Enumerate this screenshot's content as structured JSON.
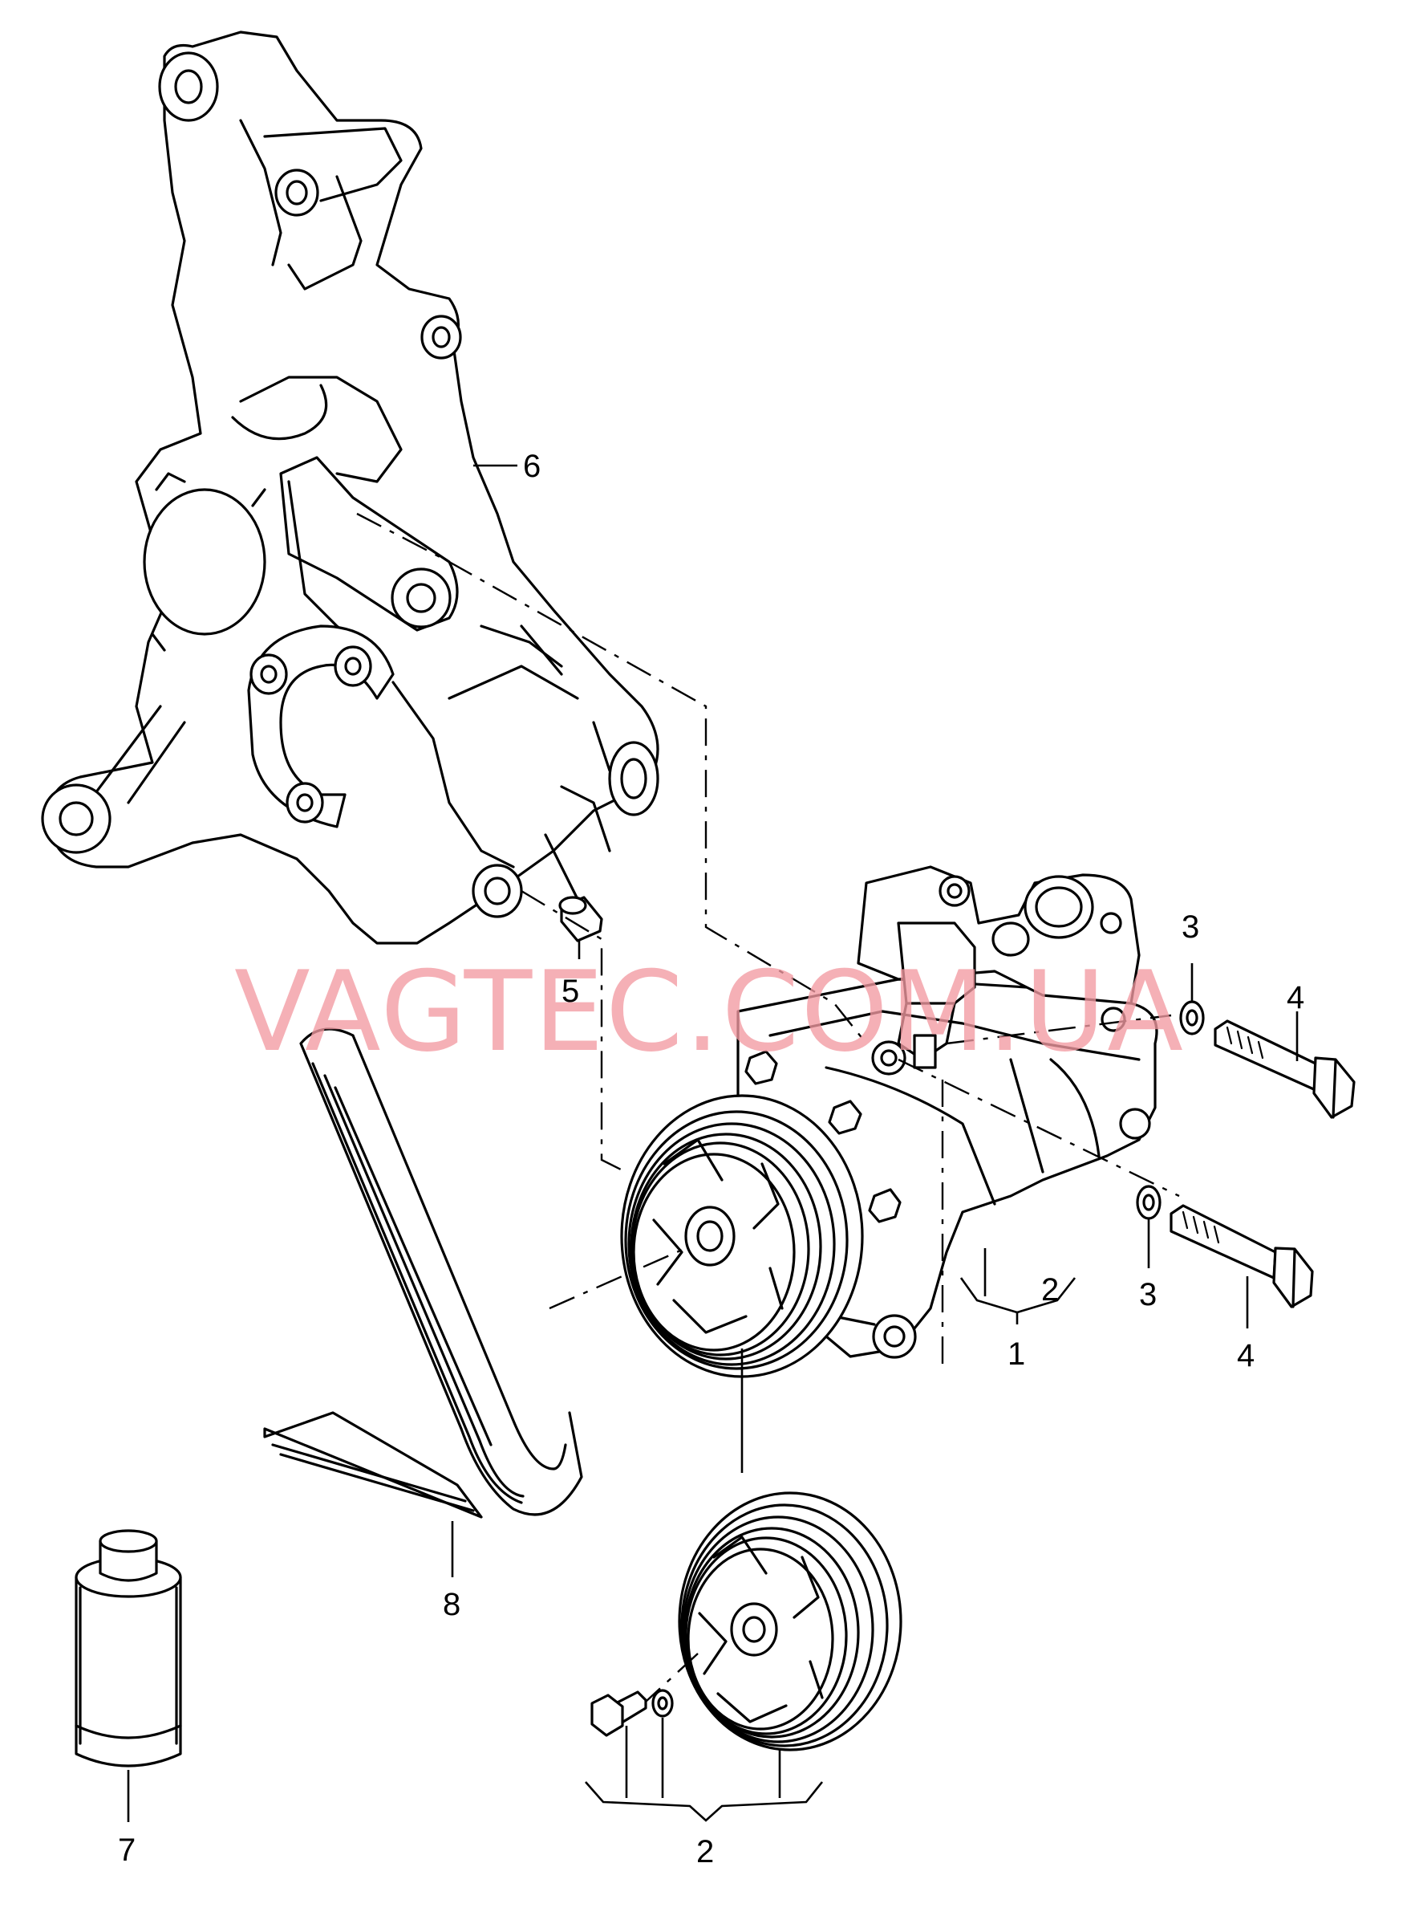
{
  "watermark": "VAGTEC.COM.UA",
  "callouts": {
    "bracket": "6",
    "bush": "5",
    "washer_upper": "3",
    "bolt_upper": "4",
    "clutch_group": "2",
    "compressor": "1",
    "washer_lower": "3",
    "bolt_lower": "4",
    "belt": "8",
    "oil": "7",
    "pulley_group": "2"
  }
}
